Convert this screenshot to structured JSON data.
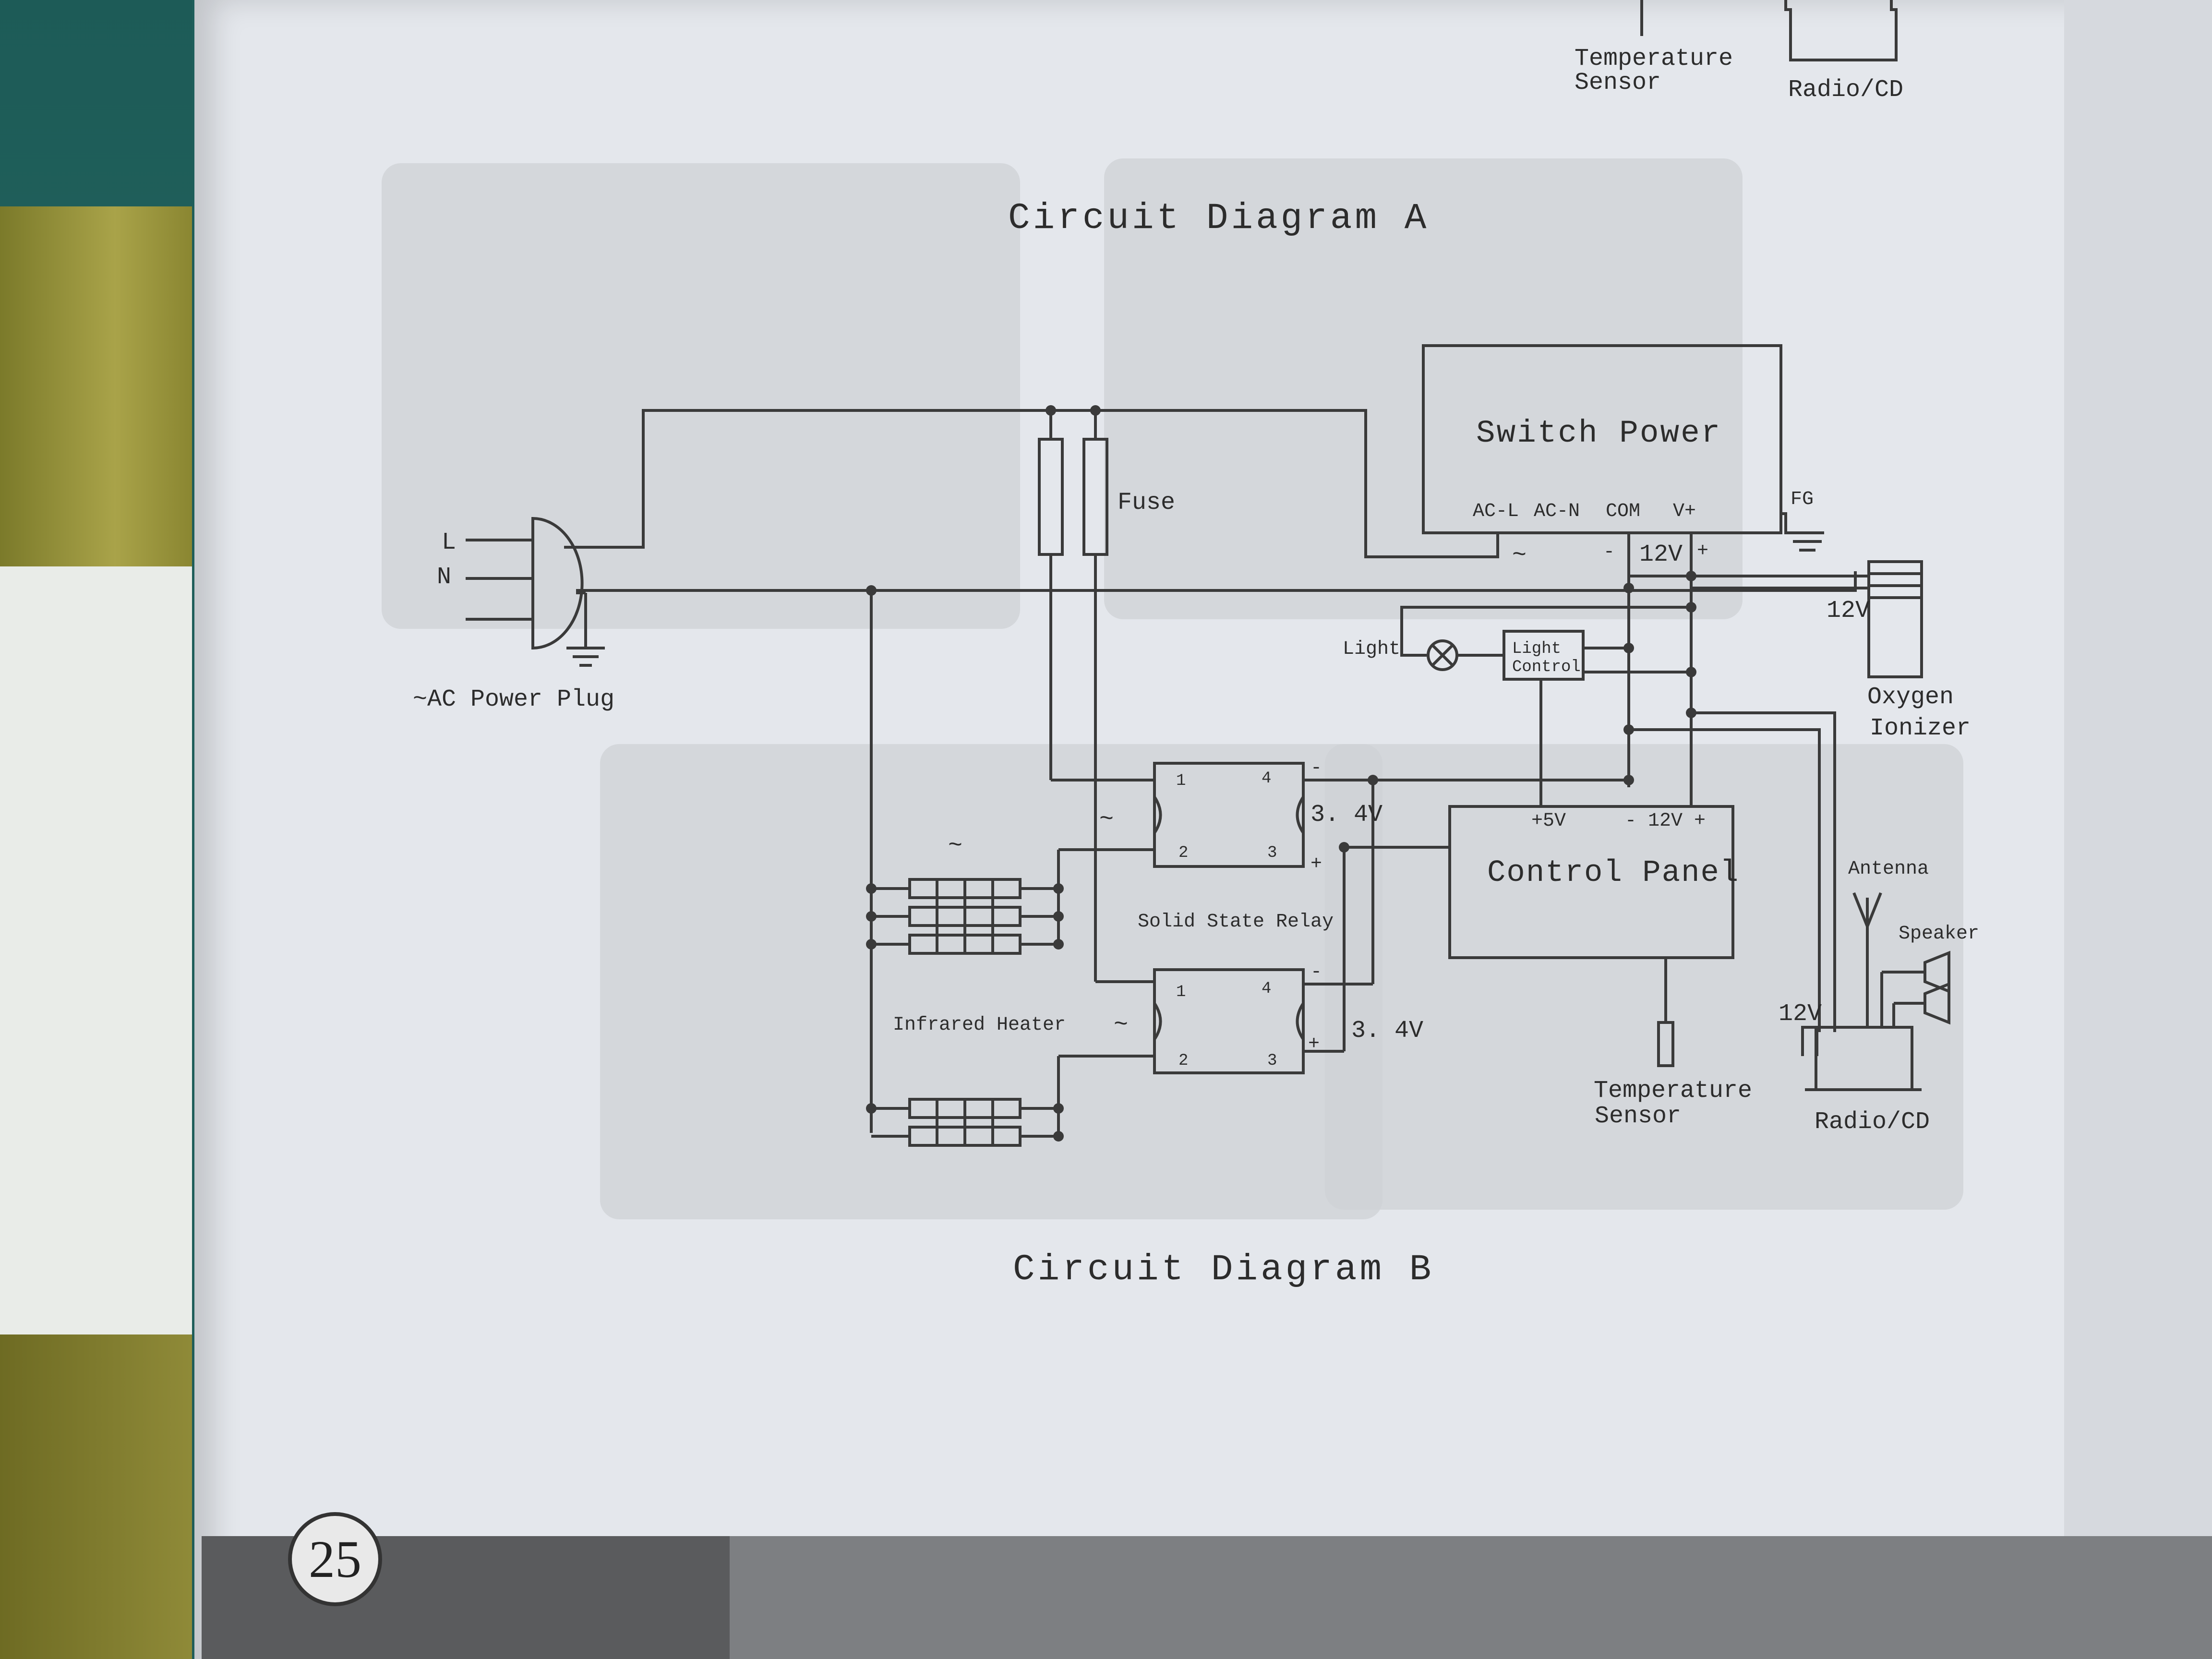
{
  "page": {
    "number": "25"
  },
  "top_labels": {
    "temp_sensor": [
      "Temperature",
      "Sensor"
    ],
    "radio": "Radio/CD"
  },
  "titles": {
    "a": "Circuit Diagram A",
    "b": "Circuit Diagram B"
  },
  "labels": {
    "L": "L",
    "N": "N",
    "ac_plug": "~AC Power Plug",
    "fuse": "Fuse",
    "switch_power": "Switch Power",
    "acl": "AC-L",
    "acn": "AC-N",
    "com": "COM",
    "vplus": "V+",
    "fg": "FG",
    "tilde": "~",
    "minus": "-",
    "plus": "+",
    "v12": "12V",
    "light": "Light",
    "light_control": [
      "Light",
      "Control"
    ],
    "oxygen_ionizer": [
      "Oxygen",
      "Ionizer"
    ],
    "ssr": "Solid State Relay",
    "v34": "3. 4V",
    "infrared_heater": "Infrared Heater",
    "p5v": "+5V",
    "m12p": "- 12V +",
    "control_panel": "Control Panel",
    "antenna": "Antenna",
    "speaker": "Speaker",
    "temp_sensor": [
      "Temperature",
      "Sensor"
    ],
    "radio": "Radio/CD",
    "pin1": "1",
    "pin2": "2",
    "pin3": "3",
    "pin4": "4"
  }
}
